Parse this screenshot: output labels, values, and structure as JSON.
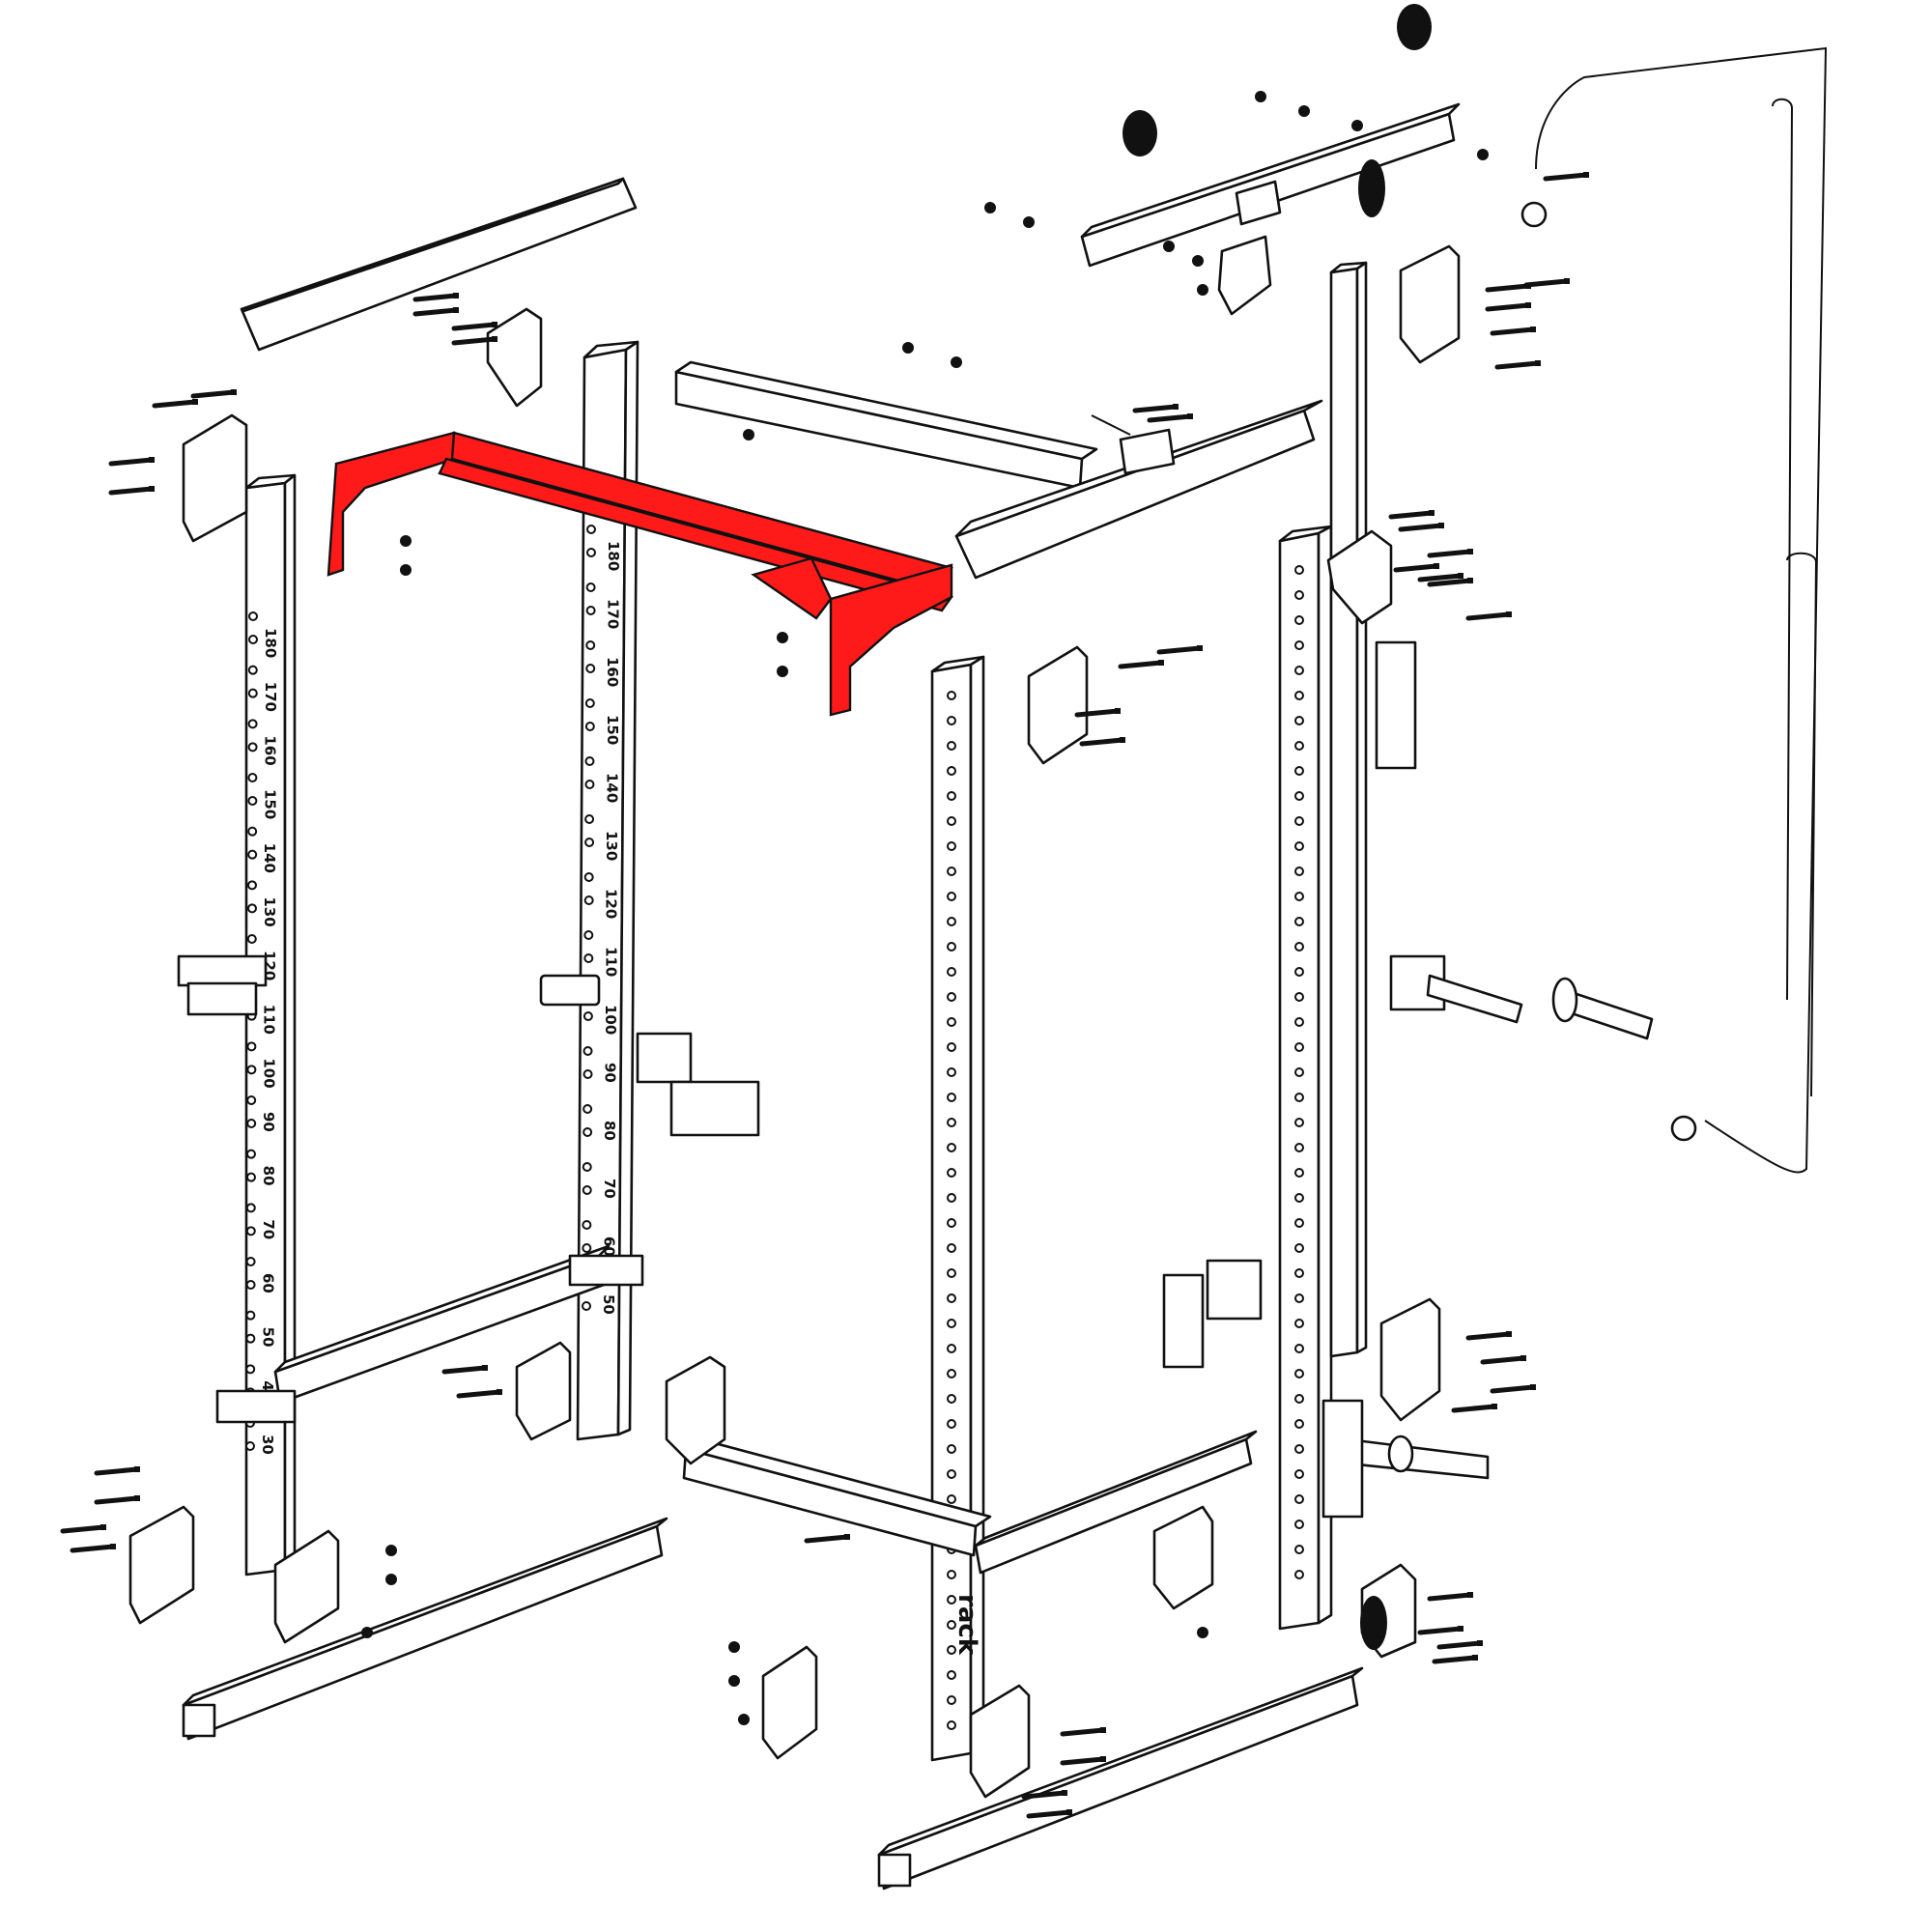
{
  "colors": {
    "highlight": "#ff1a1a",
    "line": "#111111",
    "background": "#ffffff"
  },
  "upright_b_marks": [
    "180",
    "170",
    "160",
    "150",
    "140",
    "130",
    "120",
    "110",
    "100",
    "90",
    "80",
    "70",
    "60",
    "50"
  ],
  "upright_a_marks": [
    "180",
    "170",
    "160",
    "150",
    "140",
    "130",
    "120",
    "110",
    "100",
    "90",
    "80",
    "70",
    "60",
    "50",
    "40",
    "30"
  ],
  "brand_text": "rack"
}
